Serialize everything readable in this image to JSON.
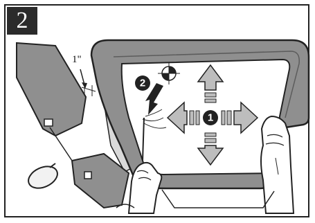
{
  "step": {
    "number": "2"
  },
  "callouts": {
    "clearance": "1\"",
    "step_one": "1",
    "step_two": "2"
  },
  "colors": {
    "frame": "#222222",
    "trim": "#8f8f8f",
    "trim_dark": "#5c5c5c",
    "arrow": "#bdbdbd",
    "badge": "#2b2b2b"
  }
}
